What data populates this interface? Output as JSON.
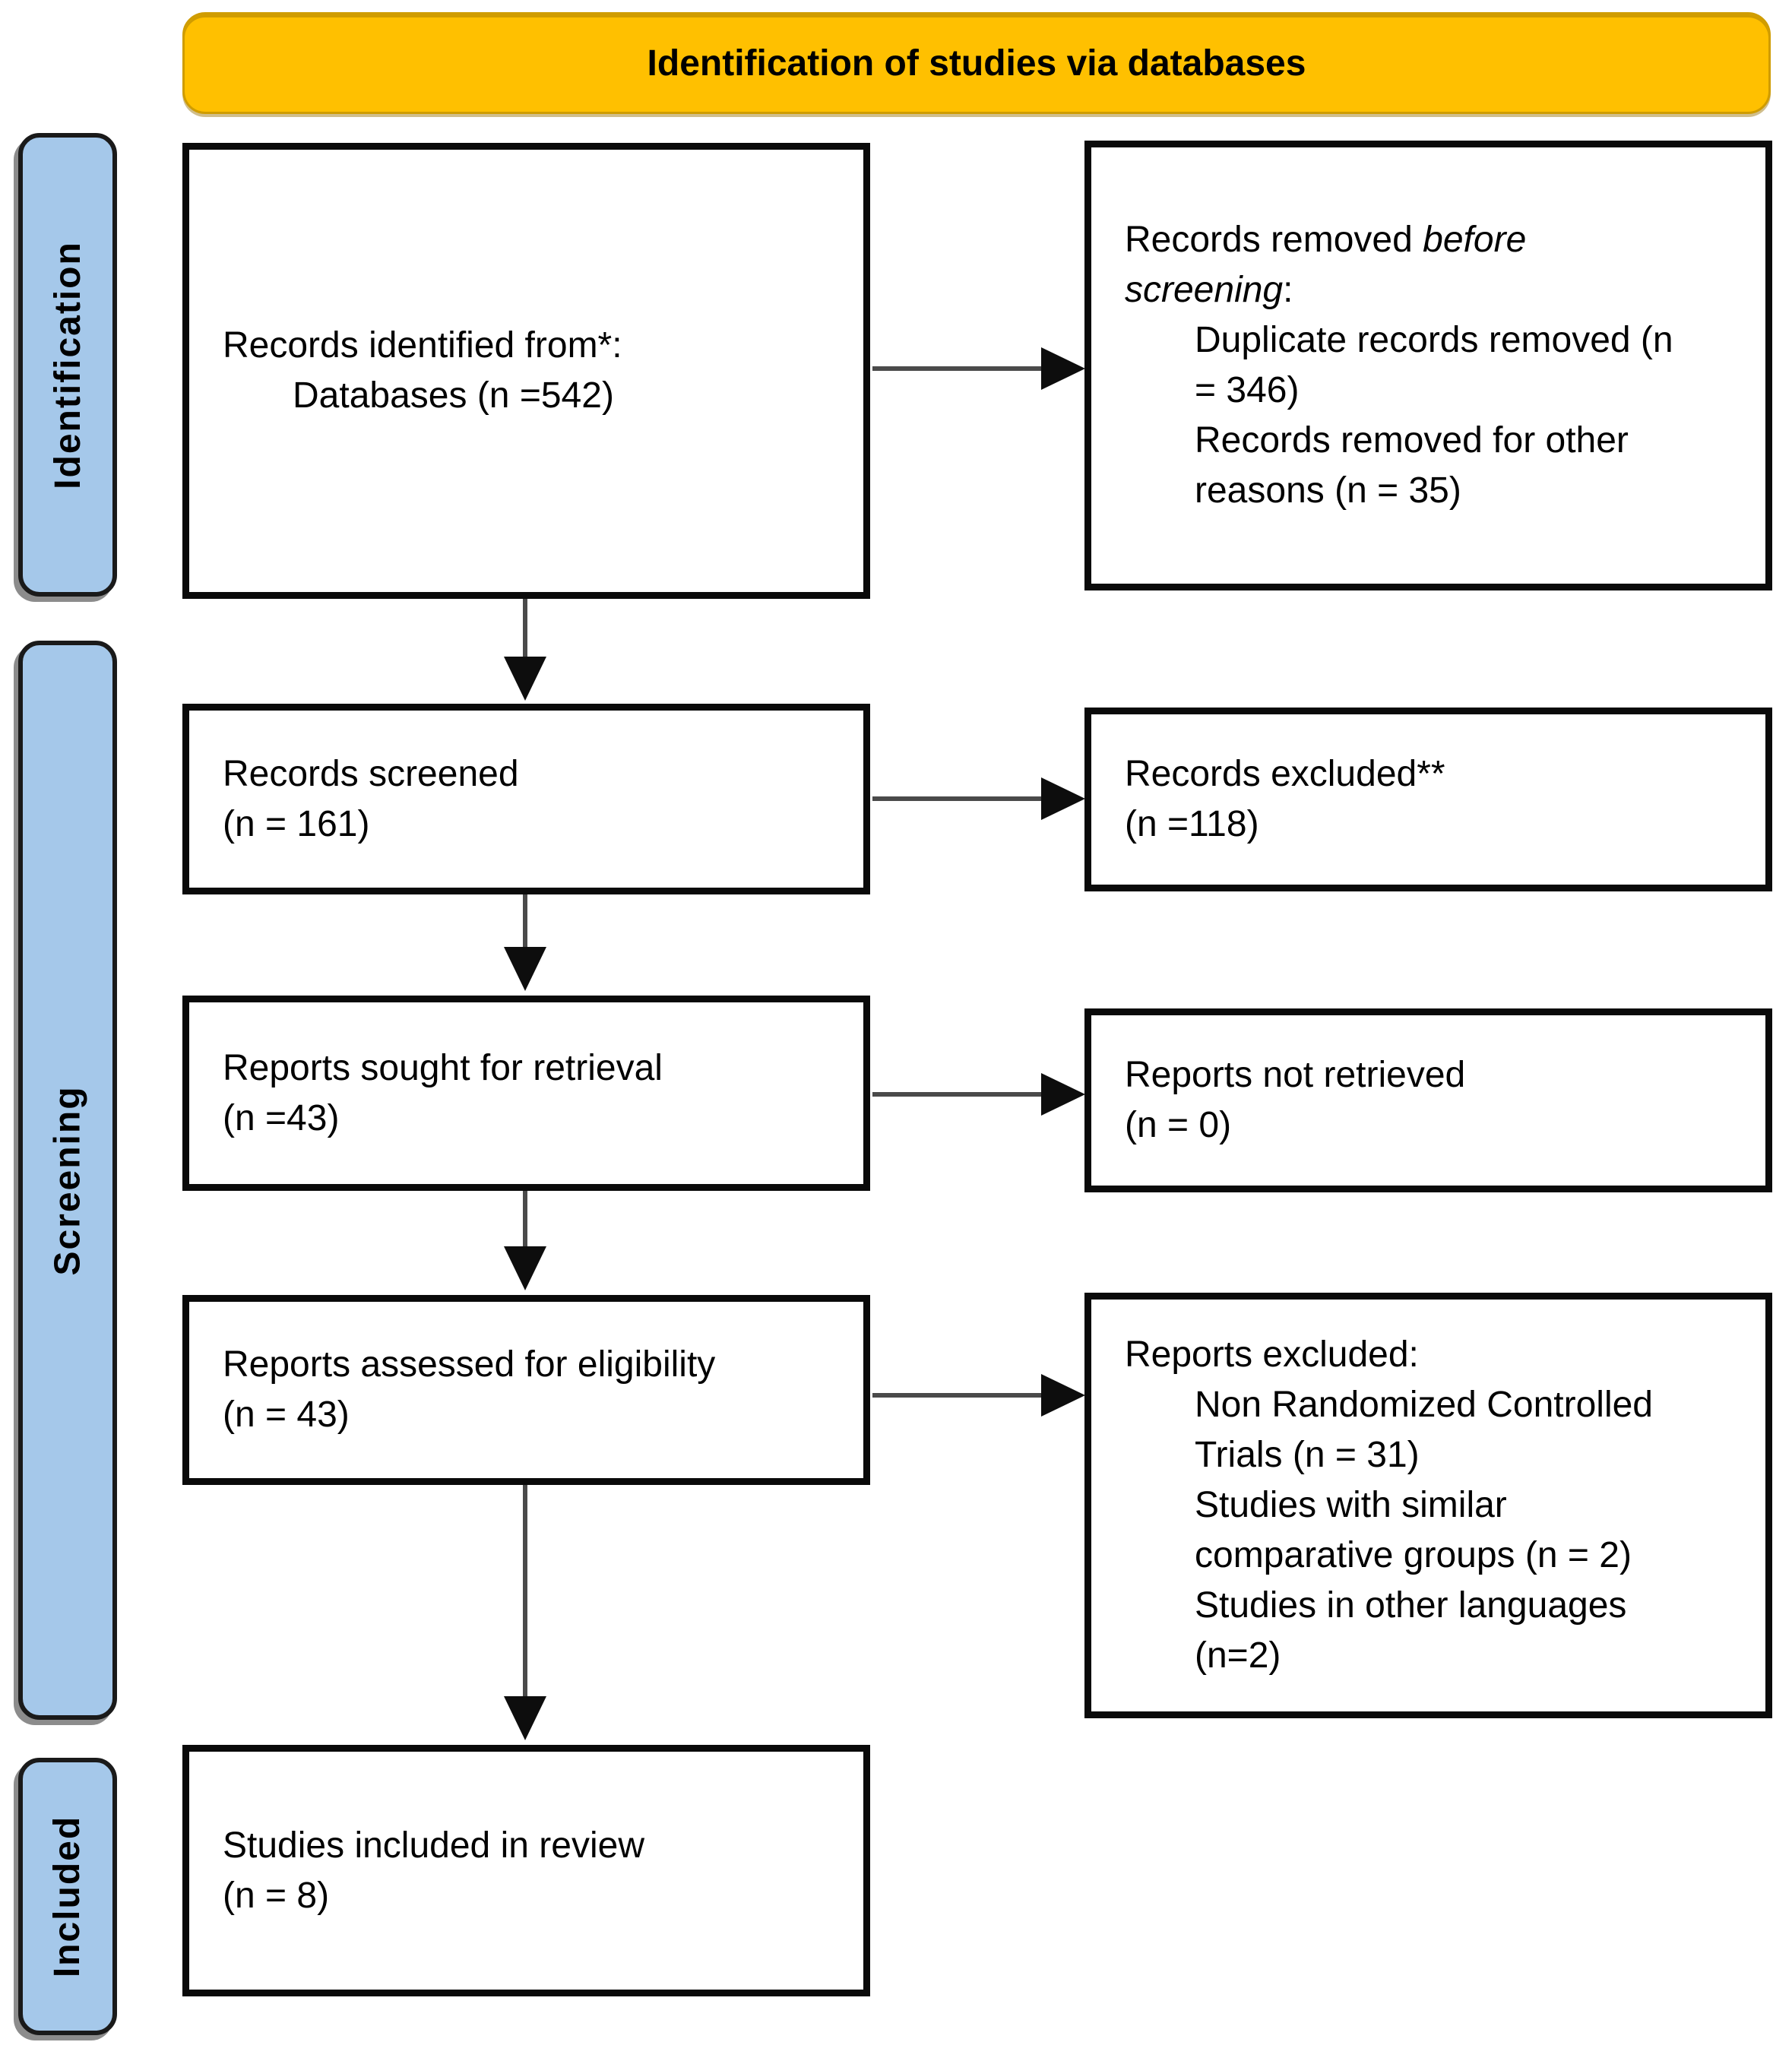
{
  "banner": {
    "title": "Identification of studies via databases",
    "bg": "#FFC000"
  },
  "sidebar": {
    "bg": "#A5C8EA",
    "identification": "Identification",
    "screening": "Screening",
    "included": "Included"
  },
  "boxes": {
    "identified": {
      "line1": "Records identified from*:",
      "line2": "Databases (n =542)"
    },
    "removed": {
      "l1a": "Records removed ",
      "l1b": "before",
      "l2a": "screening",
      "l2b": ":",
      "sub": [
        "Duplicate records removed (n",
        "= 346)",
        "Records removed for other",
        "reasons (n = 35)"
      ]
    },
    "screened": {
      "line1": "Records screened",
      "line2": "(n = 161)"
    },
    "excluded": {
      "line1": "Records excluded**",
      "line2": "(n =118)"
    },
    "sought": {
      "line1": "Reports sought for retrieval",
      "line2": "(n =43)"
    },
    "notRetrieved": {
      "line1": "Reports not retrieved",
      "line2": "(n = 0)"
    },
    "assessed": {
      "line1": "Reports assessed for eligibility",
      "line2": "(n = 43)"
    },
    "reportsExcluded": {
      "title": "Reports excluded:",
      "sub": [
        "Non Randomized Controlled",
        "Trials (n = 31)",
        "Studies with similar",
        "comparative groups (n = 2)",
        "Studies in other languages",
        "(n=2)"
      ]
    },
    "includedStudies": {
      "line1": "Studies included in review",
      "line2": "(n = 8)"
    }
  }
}
